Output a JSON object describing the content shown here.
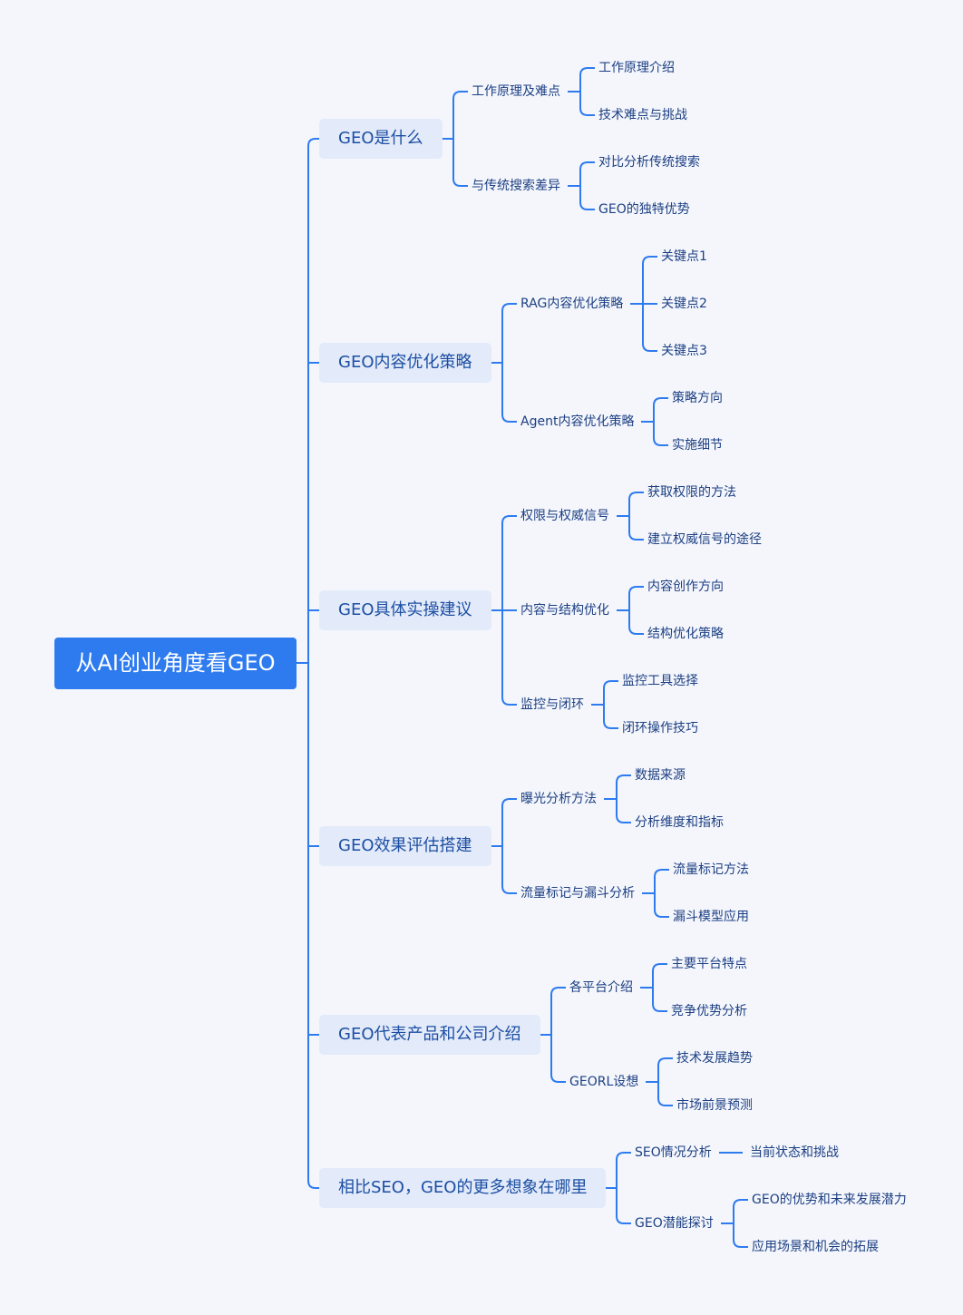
{
  "root": "从AI创业角度看GEO",
  "colors": {
    "root_bg": "#2e7bf0",
    "branch_bg": "#e3eafa",
    "line": "#2e7bf0",
    "text": "#1c3f82",
    "background": "#f4f6fc"
  },
  "branches": [
    {
      "label": "GEO是什么",
      "children": [
        {
          "label": "工作原理及难点",
          "children": [
            "工作原理介绍",
            "技术难点与挑战"
          ]
        },
        {
          "label": "与传统搜索差异",
          "children": [
            "对比分析传统搜索",
            "GEO的独特优势"
          ]
        }
      ]
    },
    {
      "label": "GEO内容优化策略",
      "children": [
        {
          "label": "RAG内容优化策略",
          "children": [
            "关键点1",
            "关键点2",
            "关键点3"
          ]
        },
        {
          "label": "Agent内容优化策略",
          "children": [
            "策略方向",
            "实施细节"
          ]
        }
      ]
    },
    {
      "label": "GEO具体实操建议",
      "children": [
        {
          "label": "权限与权威信号",
          "children": [
            "获取权限的方法",
            "建立权威信号的途径"
          ]
        },
        {
          "label": "内容与结构优化",
          "children": [
            "内容创作方向",
            "结构优化策略"
          ]
        },
        {
          "label": "监控与闭环",
          "children": [
            "监控工具选择",
            "闭环操作技巧"
          ]
        }
      ]
    },
    {
      "label": "GEO效果评估搭建",
      "children": [
        {
          "label": "曝光分析方法",
          "children": [
            "数据来源",
            "分析维度和指标"
          ]
        },
        {
          "label": "流量标记与漏斗分析",
          "children": [
            "流量标记方法",
            "漏斗模型应用"
          ]
        }
      ]
    },
    {
      "label": "GEO代表产品和公司介绍",
      "children": [
        {
          "label": "各平台介绍",
          "children": [
            "主要平台特点",
            "竞争优势分析"
          ]
        },
        {
          "label": "GEORL设想",
          "children": [
            "技术发展趋势",
            "市场前景预测"
          ]
        }
      ]
    },
    {
      "label": "相比SEO，GEO的更多想象在哪里",
      "children": [
        {
          "label": "SEO情况分析",
          "children": [
            "当前状态和挑战"
          ]
        },
        {
          "label": "GEO潜能探讨",
          "children": [
            "GEO的优势和未来发展潜力",
            "应用场景和机会的拓展"
          ]
        }
      ]
    }
  ]
}
